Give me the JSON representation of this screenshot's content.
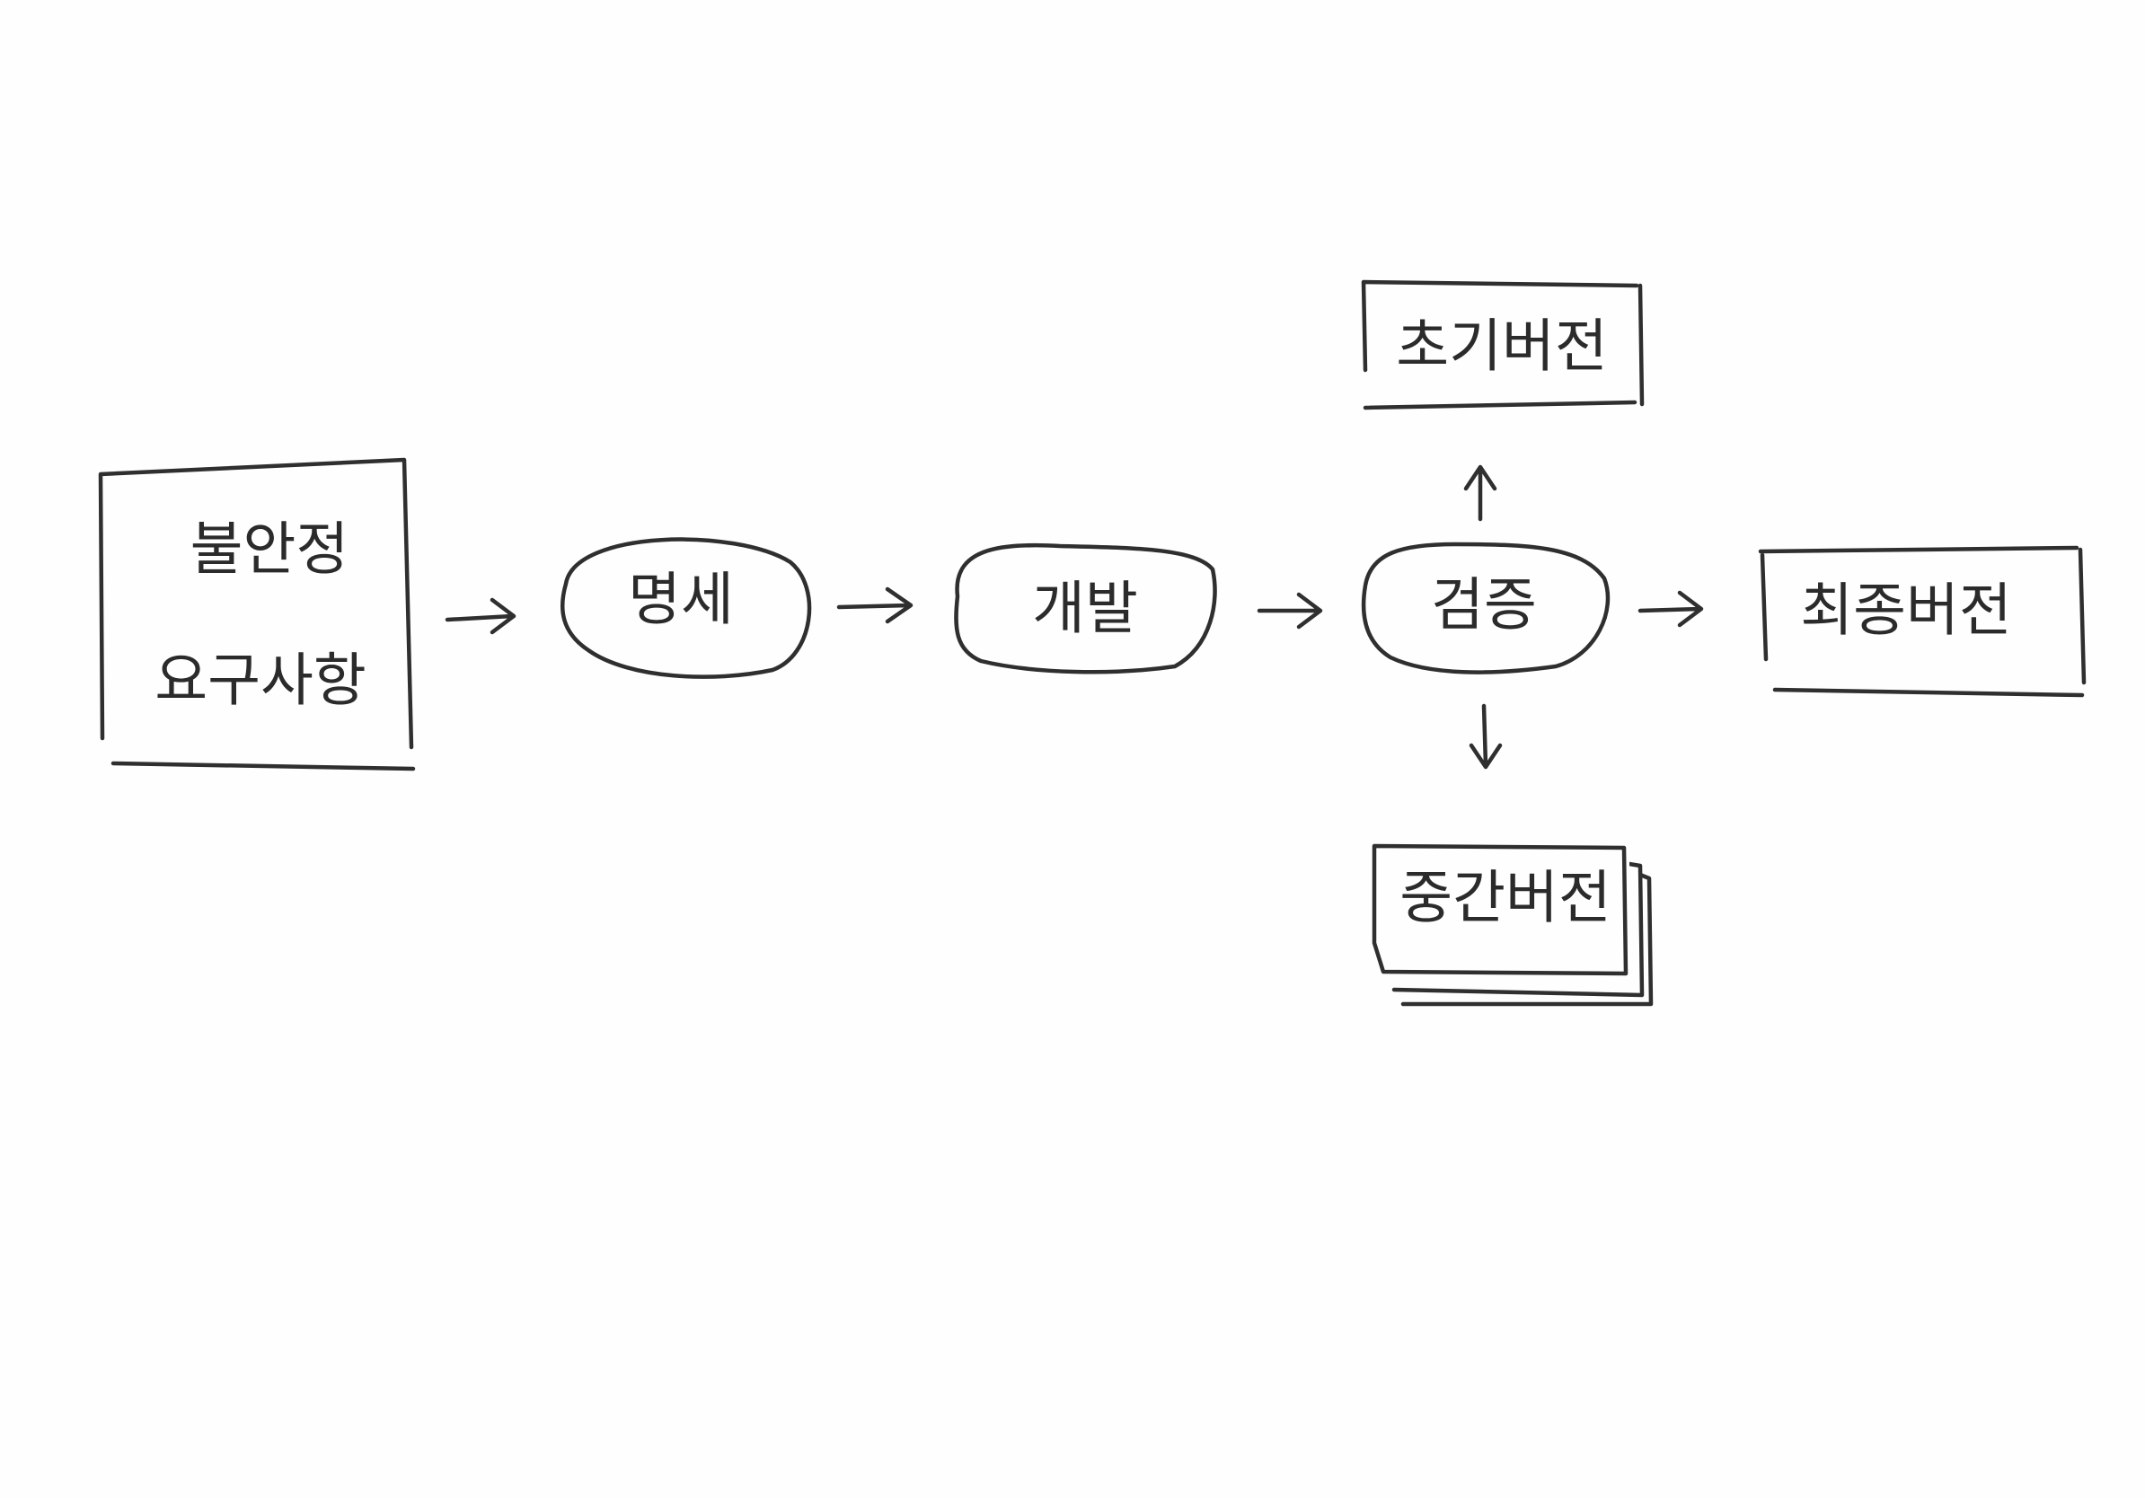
{
  "nodes": {
    "unstable_requirements": {
      "line1": "불안정",
      "line2": "요구사항"
    },
    "specification": {
      "label": "명세"
    },
    "development": {
      "label": "개발"
    },
    "verification": {
      "label": "검증"
    },
    "initial_version": {
      "label": "초기버전"
    },
    "intermediate_version": {
      "label": "중간버전"
    },
    "final_version": {
      "label": "최종버전"
    }
  },
  "colors": {
    "ink": "#2f2f2f",
    "paper": "#fefefe"
  }
}
